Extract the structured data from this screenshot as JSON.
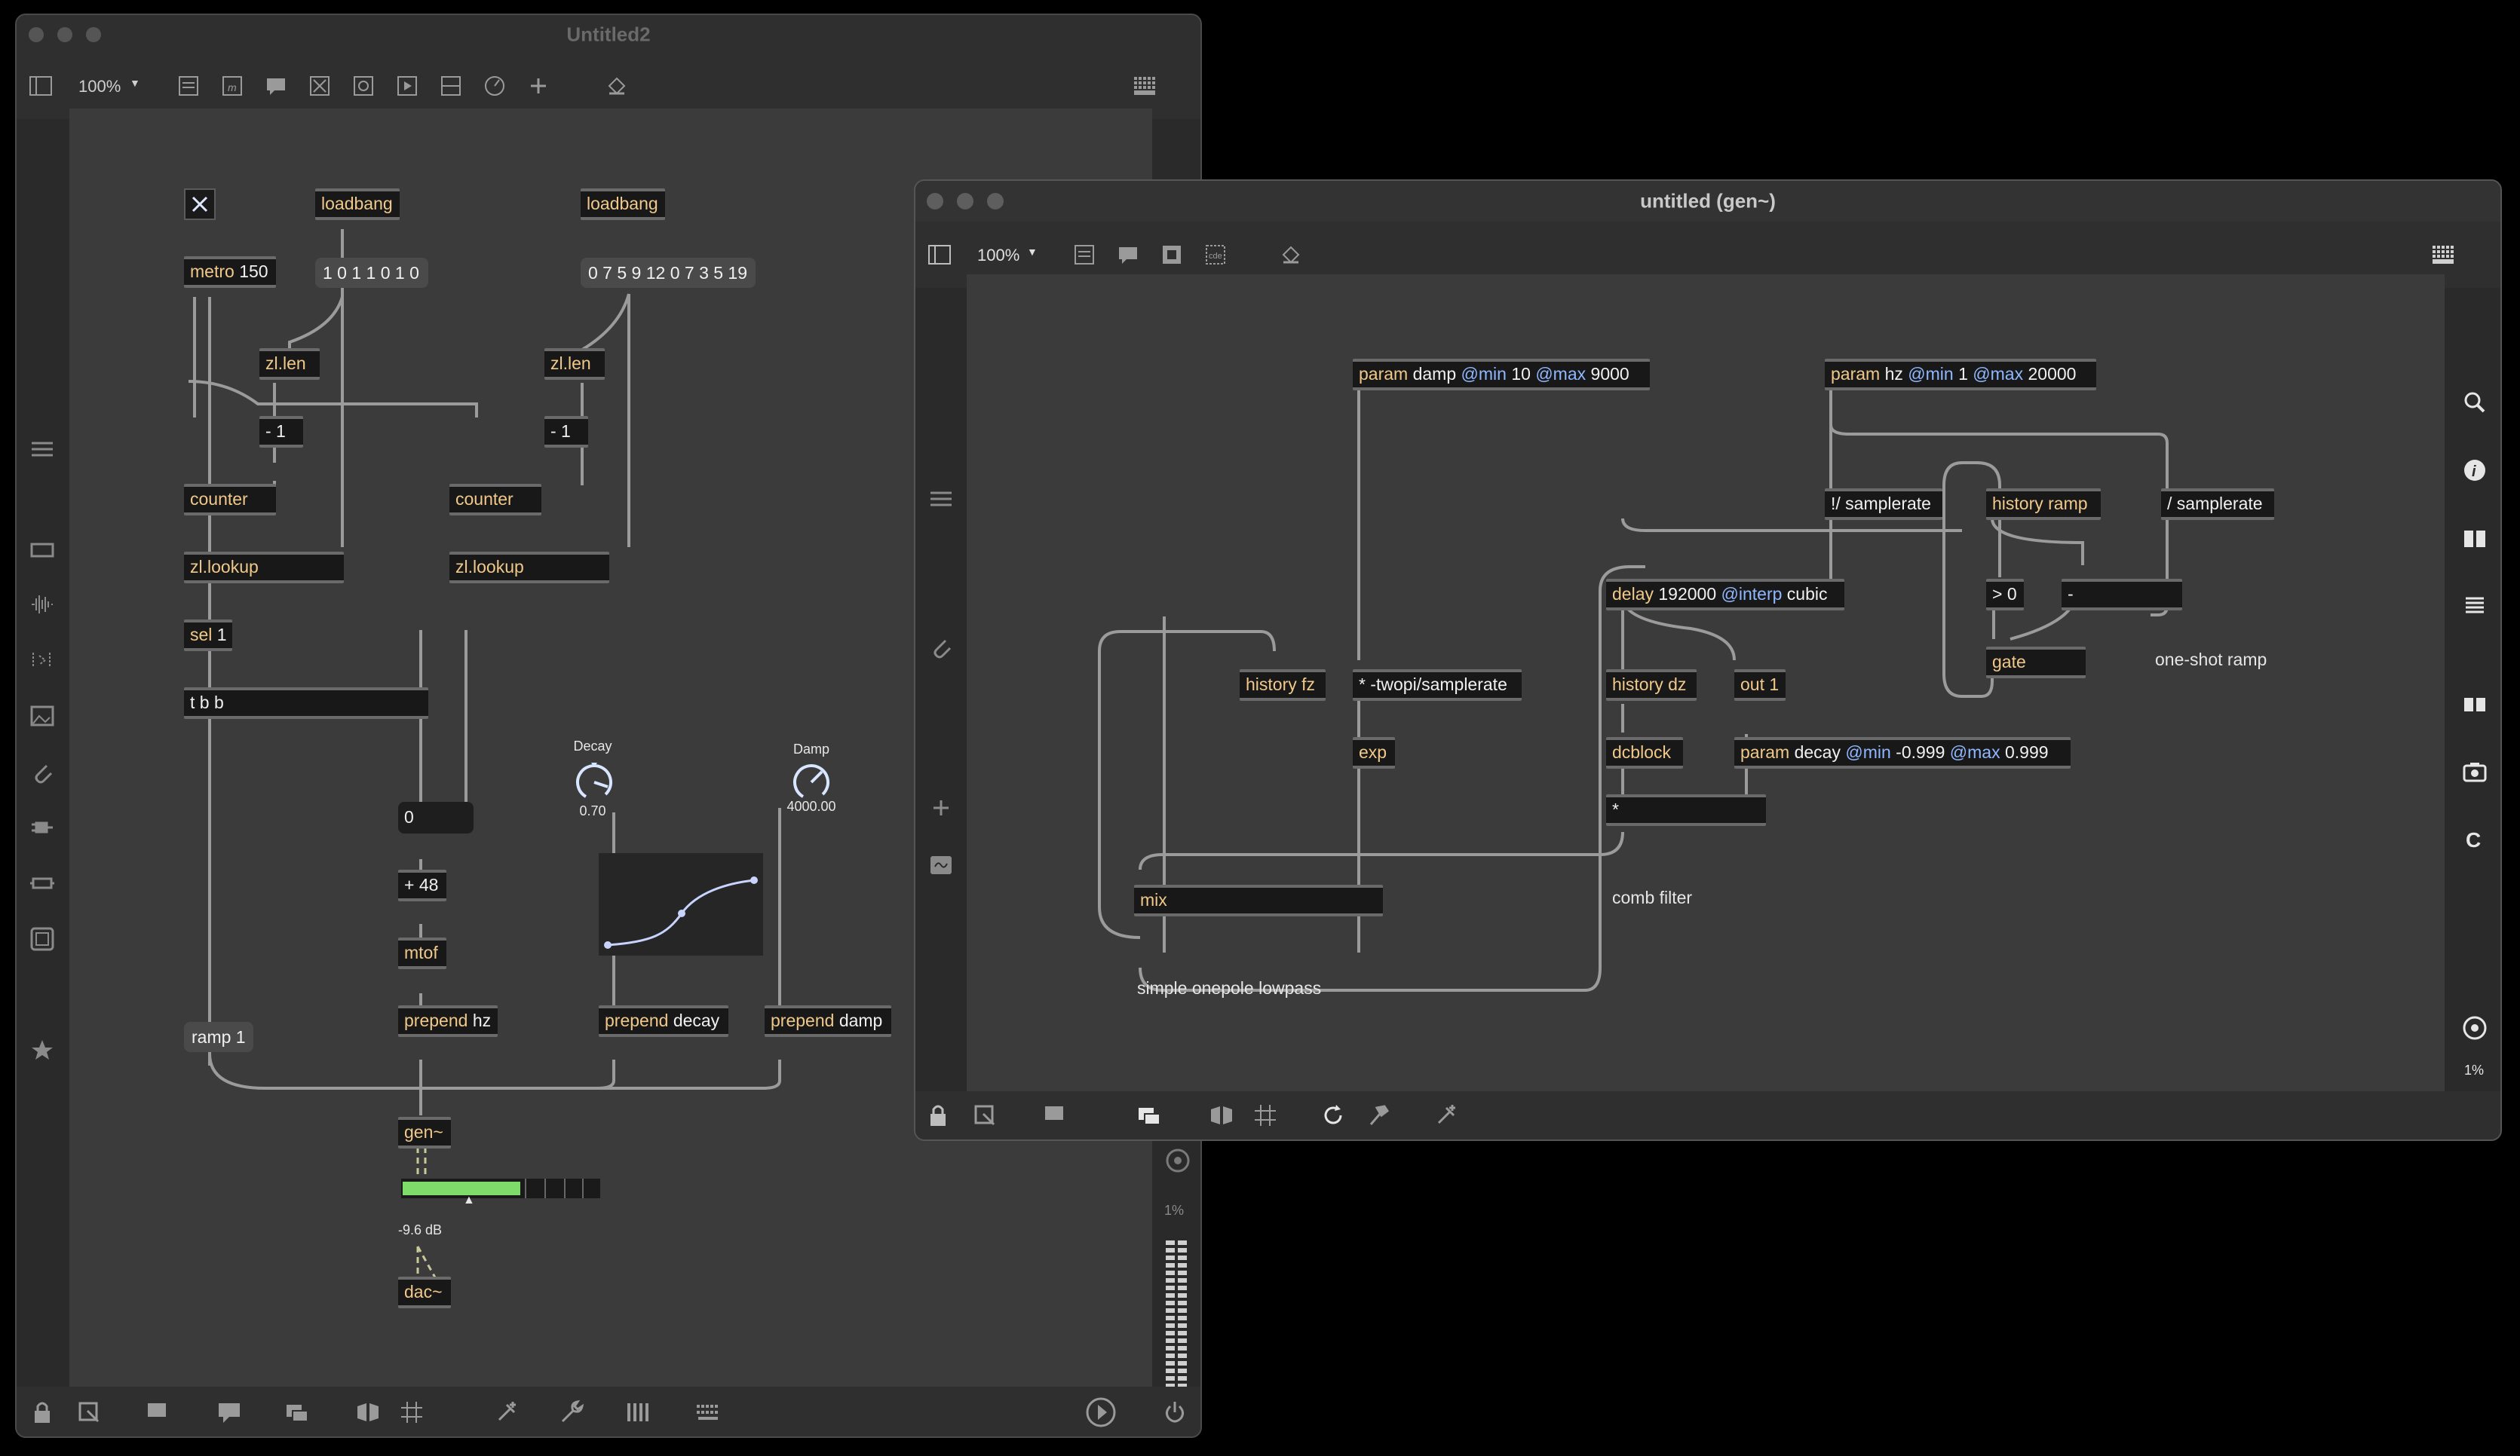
{
  "window1": {
    "title": "Untitled2",
    "zoom": "100%",
    "objects": {
      "loadbang1": "loadbang",
      "loadbang2": "loadbang",
      "metro_name": "metro",
      "metro_arg": "150",
      "list1": "1 0 1 1 0 1 0",
      "list2": "0 7 5 9 12 0 7 3 5 19",
      "zllen1": "zl.len",
      "zllen2": "zl.len",
      "minus1a": "- 1",
      "minus1b": "- 1",
      "counter1": "counter",
      "counter2": "counter",
      "zllookup1": "zl.lookup",
      "zllookup2": "zl.lookup",
      "sel_name": "sel",
      "sel_arg": "1",
      "tbb": "t b b",
      "number0": "0",
      "plus48": "+ 48",
      "mtof": "mtof",
      "ramp1": "ramp 1",
      "prepend_hz": "hz",
      "prepend_decay": "decay",
      "prepend_damp": "damp",
      "prepend": "prepend",
      "gen": "gen~",
      "dac": "dac~"
    },
    "dials": {
      "decay_label": "Decay",
      "decay_value": "0.70",
      "damp_label": "Damp",
      "damp_value": "4000.00"
    },
    "meter": {
      "db_label": "-9.6 dB",
      "level": 0.6
    },
    "side_percent": "1%"
  },
  "window2": {
    "title": "untitled (gen~)",
    "zoom": "100%",
    "objects": {
      "param_damp": {
        "name": "param",
        "arg": "damp",
        "a1": "@min",
        "v1": "10",
        "a2": "@max",
        "v2": "9000"
      },
      "param_hz": {
        "name": "param",
        "arg": "hz",
        "a1": "@min",
        "v1": "1",
        "a2": "@max",
        "v2": "20000"
      },
      "param_decay": {
        "name": "param",
        "arg": "decay",
        "a1": "@min",
        "v1": "-0.999",
        "a2": "@max",
        "v2": "0.999"
      },
      "rdiv_samplerate": "!/ samplerate",
      "history_ramp": "history ramp",
      "div_samplerate": "/ samplerate",
      "delay": {
        "name": "delay",
        "arg": "192000",
        "attr": "@interp",
        "val": "cubic"
      },
      "gt0": "> 0",
      "minus": "-",
      "gate": "gate",
      "history_fz": "history fz",
      "twopi": "* -twopi/samplerate",
      "history_dz": "history dz",
      "out1": "out 1",
      "exp": "exp",
      "dcblock": "dcblock",
      "mult": "*",
      "mix": "mix"
    },
    "comments": {
      "oneshot": "one-shot ramp",
      "comb": "comb filter",
      "lowpass": "simple onepole lowpass"
    },
    "side_percent": "1%"
  },
  "colors": {
    "bg": "#000000",
    "canvas": "#3b3b3b",
    "object_bg": "#181818",
    "keyword": "#f0c98a",
    "attribute": "#8fb7ff",
    "meter_green": "#7fdc6a"
  }
}
